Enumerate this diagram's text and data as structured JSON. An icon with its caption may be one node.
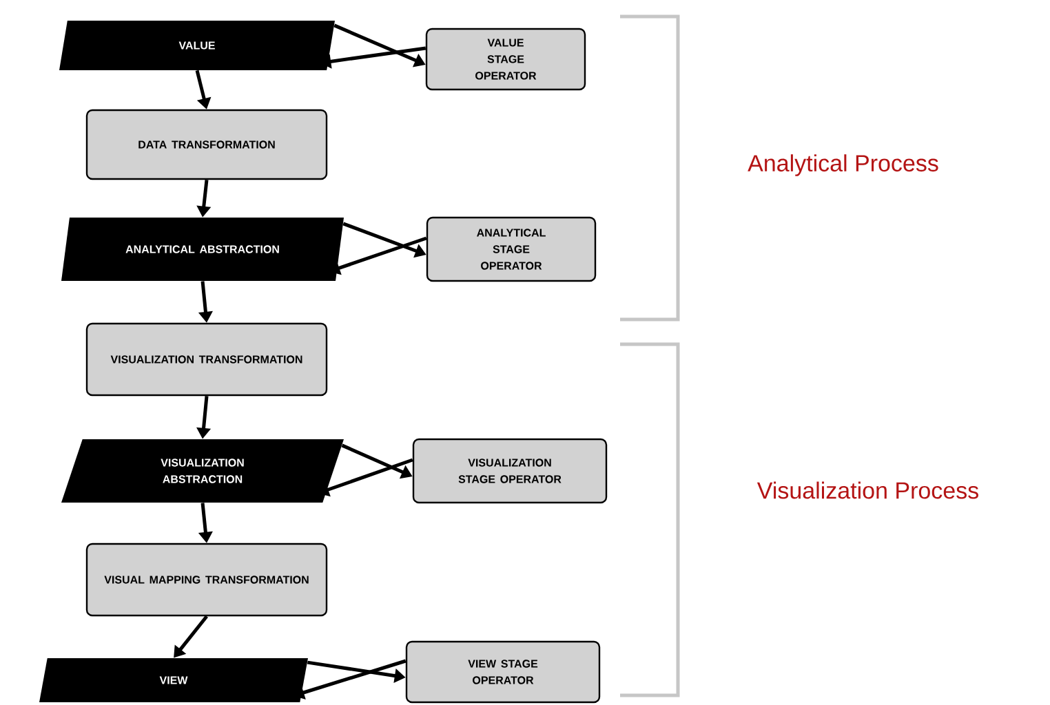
{
  "diagram": {
    "nodes": [
      {
        "text": [
          "VALUE"
        ]
      },
      {
        "text": [
          "VALUE STAGE OPERATOR"
        ]
      },
      {
        "text": [
          "DATA TRANSFORMATION"
        ]
      },
      {
        "text": [
          "ANALYTICAL ABSTRACTION"
        ]
      },
      {
        "text": [
          "ANALYTICAL STAGE OPERATOR"
        ]
      },
      {
        "text": [
          "VISUALIZATION TRANSFORMATION"
        ]
      },
      {
        "text": [
          "VISUALIZATION ABSTRACTION"
        ]
      },
      {
        "text": [
          "VISUALIZATION STAGE OPERATOR"
        ]
      },
      {
        "text": [
          "VISUAL MAPPING TRANSFORMATION"
        ]
      },
      {
        "text": [
          "VIEW"
        ]
      },
      {
        "text": [
          "VIEW STAGE OPERATOR"
        ]
      }
    ],
    "edges": [
      {
        "from": 0,
        "to": 1,
        "arrow": "to"
      },
      {
        "from": 1,
        "to": 0,
        "arrow": "to"
      },
      {
        "from": 0,
        "to": 2,
        "arrow": "to"
      },
      {
        "from": 2,
        "to": 3,
        "arrow": "to"
      },
      {
        "from": 3,
        "to": 4,
        "arrow": "to"
      },
      {
        "from": 4,
        "to": 3,
        "arrow": "to"
      },
      {
        "from": 3,
        "to": 5,
        "arrow": "to"
      },
      {
        "from": 5,
        "to": 6,
        "arrow": "to"
      },
      {
        "from": 6,
        "to": 7,
        "arrow": "to"
      },
      {
        "from": 7,
        "to": 6,
        "arrow": "to"
      },
      {
        "from": 6,
        "to": 8,
        "arrow": "to"
      },
      {
        "from": 8,
        "to": 9,
        "arrow": "to"
      },
      {
        "from": 9,
        "to": 10,
        "arrow": "to"
      },
      {
        "from": 10,
        "to": 9,
        "arrow": "to"
      }
    ],
    "labels": [
      "Analytical Process",
      "Visualization Process"
    ]
  }
}
